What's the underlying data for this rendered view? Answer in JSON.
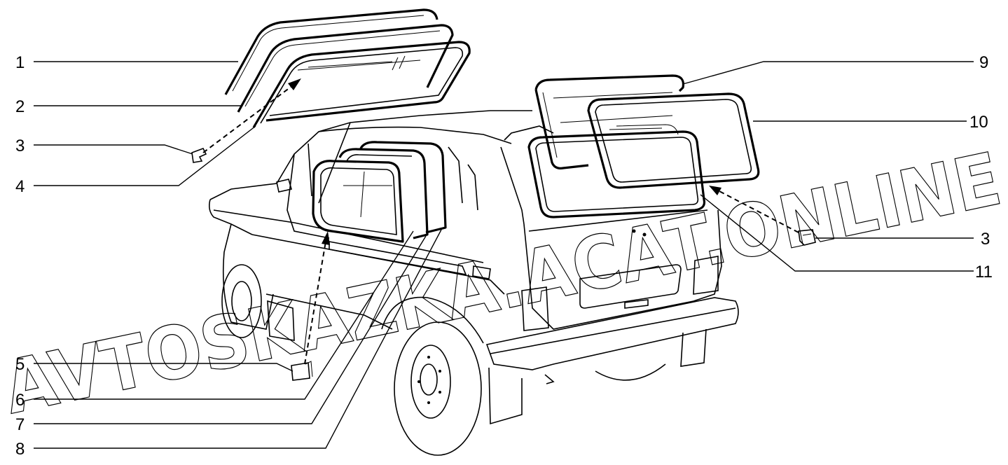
{
  "callouts": {
    "c1": "1",
    "c2": "2",
    "c3_left": "3",
    "c4": "4",
    "c5": "5",
    "c6": "6",
    "c7": "7",
    "c8": "8",
    "c9": "9",
    "c10": "10",
    "c3_right": "3",
    "c11": "11"
  },
  "watermark": "AVTOSKAZKA.ACAT.ONLINE",
  "colors": {
    "line": "#000000",
    "background": "#ffffff"
  }
}
